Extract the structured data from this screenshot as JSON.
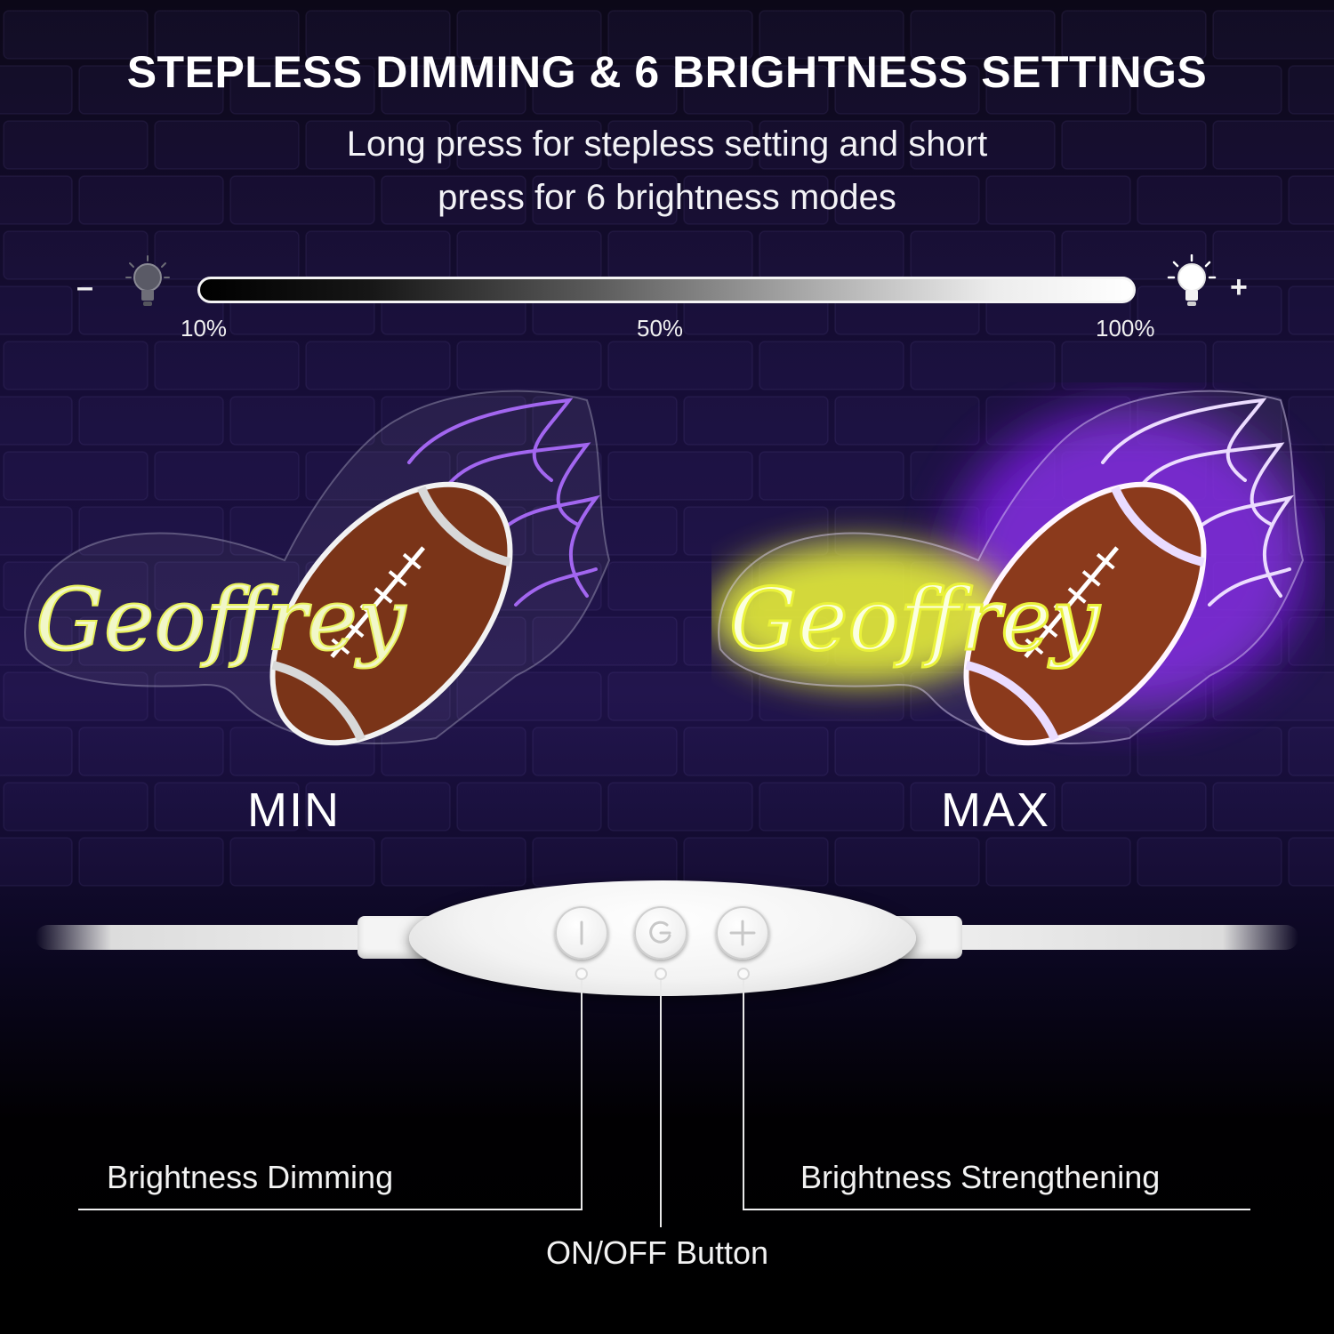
{
  "header": {
    "title": "STEPLESS DIMMING & 6 BRIGHTNESS SETTINGS",
    "subtitle_line1": "Long press for stepless setting and short",
    "subtitle_line2": "press for 6 brightness modes"
  },
  "brightness_scale": {
    "minus_symbol": "–",
    "plus_symbol": "+",
    "ticks": [
      "10%",
      "50%",
      "100%"
    ],
    "icons": [
      "dim-bulb-icon",
      "bright-bulb-icon"
    ]
  },
  "signs": {
    "min_label": "MIN",
    "max_label": "MAX",
    "sign_text": "Geoffrey",
    "colors": {
      "script": "#e8f25a",
      "flames": "#8a2be2",
      "ball": "#8b3a1c",
      "glow": "#7a1fe0"
    }
  },
  "controller": {
    "buttons": [
      "minus-button",
      "power-button",
      "plus-button"
    ],
    "callouts": {
      "left": "Brightness Dimming",
      "center": "ON/OFF Button",
      "right": "Brightness Strengthening"
    }
  }
}
